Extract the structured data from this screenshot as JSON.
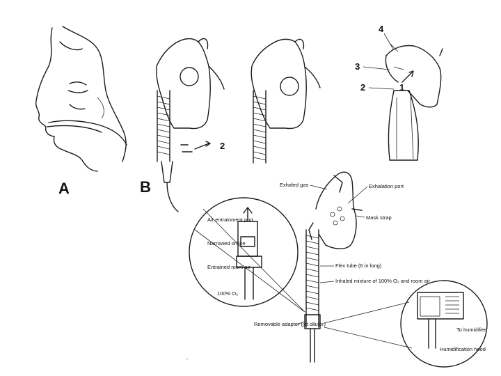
{
  "panel_labels": {
    "a": "A",
    "b": "B"
  },
  "panel_b_callout": "2",
  "top_right_callouts": [
    "4",
    "3",
    "2",
    "1"
  ],
  "detail_labels": {
    "exhaled_gas": "Exhaled gas",
    "exhalation_port": "Exhalation port",
    "mask_strap": "Mask strap",
    "flex_tube": "Flex tube (6 in long)",
    "inhaled_mixture": "Inhaled mixture of 100% O₂ and room air",
    "removable_adapter": "Removable adapter (jet diluter)"
  },
  "left_inset_labels": {
    "air_entrainment_port": "Air entrainment port",
    "narrowed_orifice": "Narrowed orifice",
    "entrained_room_air": "Entrained room air",
    "oxygen": "100% O₂"
  },
  "right_inset_labels": {
    "to_humidifier": "To humidifier",
    "humidification_hood": "Humidification hood"
  },
  "footer_mark": "-"
}
